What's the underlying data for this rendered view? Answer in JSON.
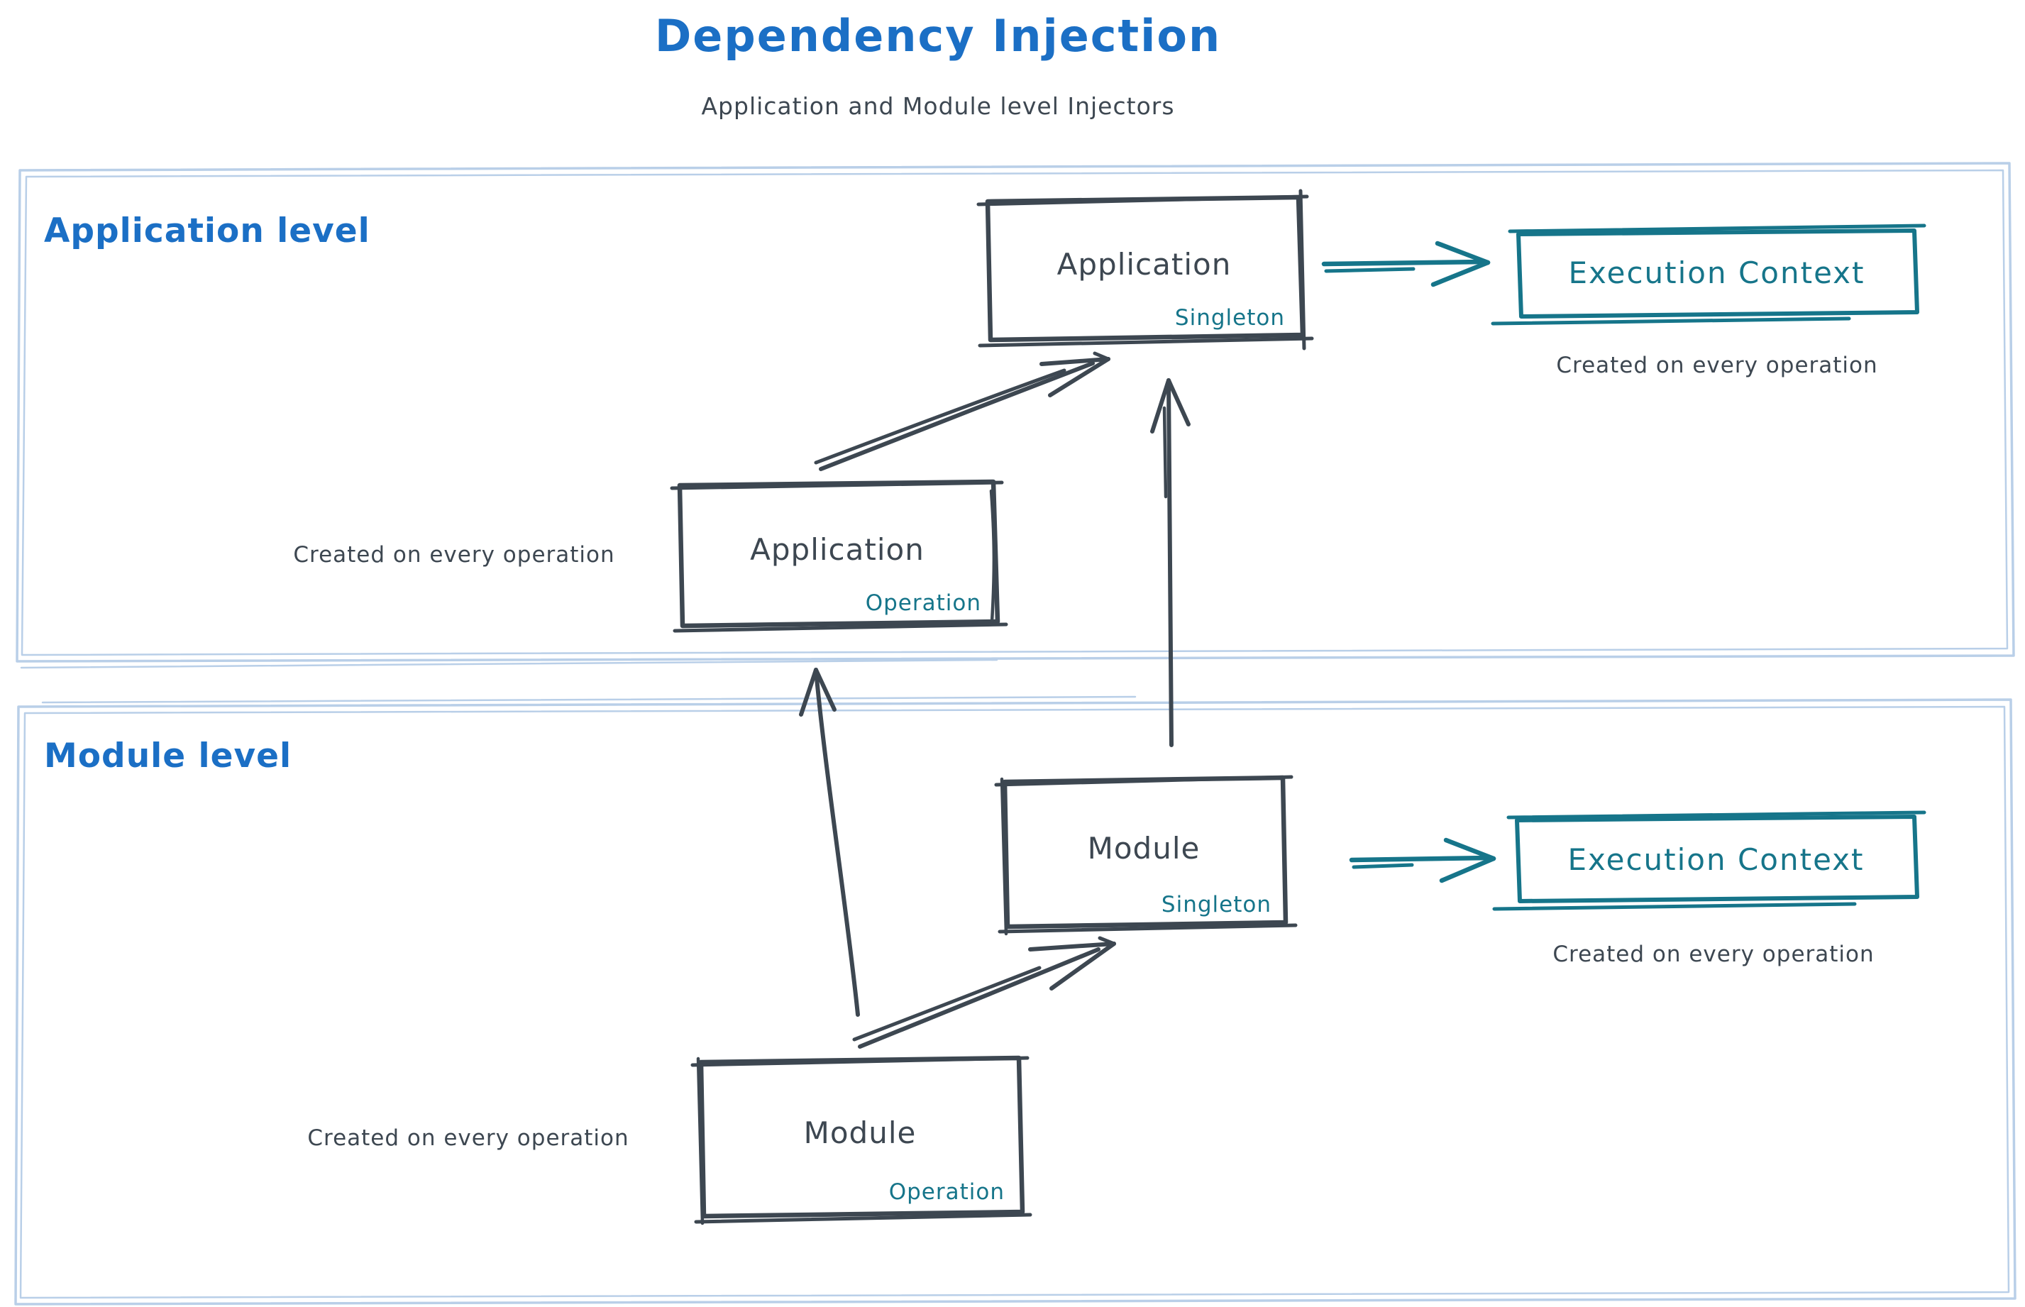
{
  "title": "Dependency Injection",
  "subtitle": "Application and Module level Injectors",
  "application_section": {
    "label": "Application level",
    "singleton": {
      "name": "Application",
      "scope": "Singleton"
    },
    "operation": {
      "name": "Application",
      "scope": "Operation"
    },
    "operation_caption": "Created on every operation",
    "execution_context": "Execution Context",
    "execution_caption": "Created on every operation"
  },
  "module_section": {
    "label": "Module level",
    "singleton": {
      "name": "Module",
      "scope": "Singleton"
    },
    "operation": {
      "name": "Module",
      "scope": "Operation"
    },
    "operation_caption": "Created on every operation",
    "execution_context": "Execution Context",
    "execution_caption": "Created on every operation"
  },
  "colors": {
    "title_blue": "#1b6fc5",
    "teal": "#16758a",
    "dark_stroke": "#3d4751",
    "section_frame_blue": "#b9cfe8"
  }
}
